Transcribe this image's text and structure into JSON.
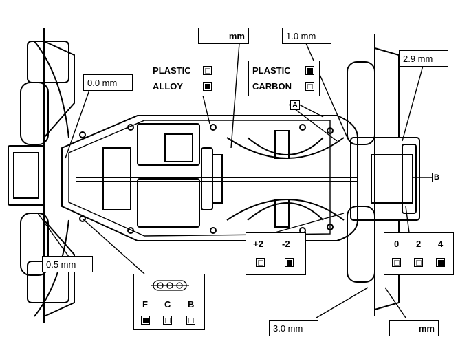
{
  "callouts": {
    "top_center_unit": "mm",
    "upper_link": "1.0 mm",
    "rear_top": "2.9 mm",
    "front_top": "0.0 mm",
    "front_bottom": "0.5 mm",
    "rear_bottom_left": "3.0 mm",
    "rear_bottom_right_unit": "mm"
  },
  "material_panel_1": {
    "options": [
      {
        "label": "PLASTIC",
        "checked": false
      },
      {
        "label": "ALLOY",
        "checked": true
      }
    ]
  },
  "material_panel_2": {
    "options": [
      {
        "label": "PLASTIC",
        "checked": true
      },
      {
        "label": "CARBON",
        "checked": false
      }
    ]
  },
  "markers": {
    "a": "A",
    "b": "B"
  },
  "toe_panel": {
    "labels": [
      "+2",
      "-2"
    ],
    "checked": [
      false,
      true
    ]
  },
  "rear_panel": {
    "labels": [
      "0",
      "2",
      "4"
    ],
    "checked": [
      false,
      false,
      true
    ]
  },
  "position_panel": {
    "labels": [
      "F",
      "C",
      "B"
    ],
    "checked": [
      true,
      false,
      false
    ]
  }
}
